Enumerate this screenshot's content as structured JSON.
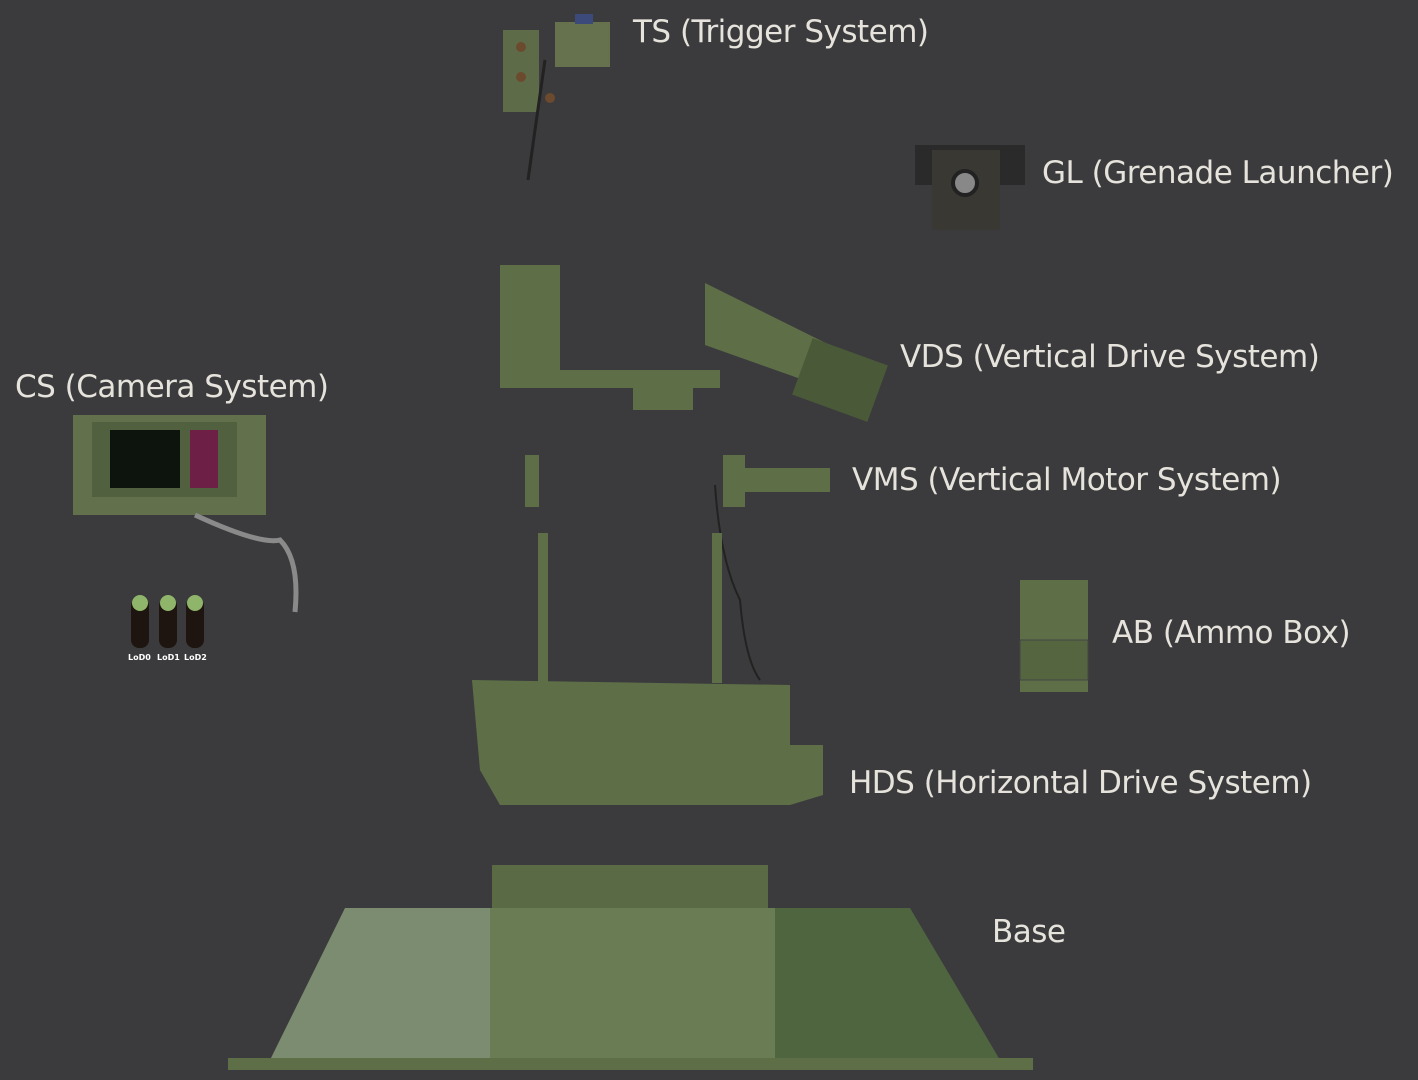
{
  "labels": {
    "ts": "TS (Trigger System)",
    "gl": "GL (Grenade Launcher)",
    "vds": "VDS (Vertical Drive System)",
    "cs": "CS (Camera System)",
    "vms": "VMS (Vertical Motor System)",
    "ab": "AB (Ammo Box)",
    "hds": "HDS (Horizontal Drive System)",
    "base": "Base"
  },
  "lods": [
    "LoD0",
    "LoD1",
    "LoD2"
  ],
  "colors": {
    "background": "#3b3b3d",
    "olive": "#5e6f48",
    "text": "#e6e3dc"
  }
}
